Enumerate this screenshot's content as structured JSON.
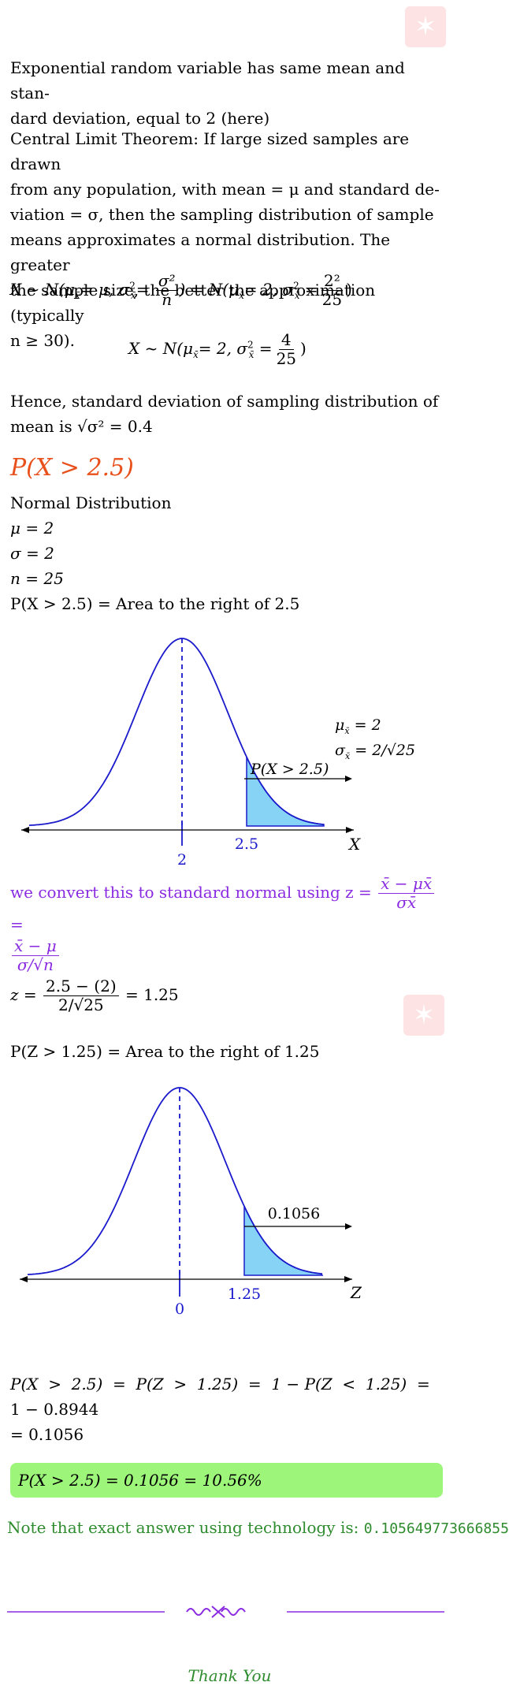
{
  "intro": {
    "line1": "Exponential random variable has same mean and stan-",
    "line2": "dard deviation, equal to 2 (here)"
  },
  "clt": {
    "lines": [
      "Central Limit Theorem: If large sized samples are drawn",
      "from any population, with mean = μ and standard de-",
      "viation = σ, then the sampling distribution of sample",
      "means approximates a normal distribution. The greater",
      "the sample size, the better the approximation (typically",
      "n ≥ 30)."
    ]
  },
  "eq1": {
    "a": "X ~ N(μ",
    "b": "x̄",
    "c": "= μ, σ",
    "d": "= ",
    "e": ") = N(μ",
    "f": "= 2, σ",
    "g": ")",
    "num1": "σ²",
    "den1": "n",
    "num2": "2²",
    "den2": "25"
  },
  "eq2": {
    "text": "X ~ N(μ",
    "mid": "= 2, σ",
    "num": "4",
    "den": "25",
    "end": ")"
  },
  "hence": {
    "line1": "Hence, standard deviation of sampling distribution of",
    "line2": "mean is √σ² = 0.4"
  },
  "heading": "P(X > 2.5)",
  "params": {
    "title": "Normal Distribution",
    "mu": "μ = 2",
    "sigma": "σ = 2",
    "n": "n = 25",
    "area": "P(X > 2.5) = Area to the right of 2.5"
  },
  "graph1": {
    "mean_label": "2",
    "cut_label": "2.5",
    "axis_label": "X",
    "prob_label": "P(X > 2.5)",
    "mu_label": "μ",
    "mu_sub": "x̄",
    "mu_val": " = 2",
    "sigma_label": "σ",
    "sigma_val": " = 2/√25"
  },
  "convert": {
    "line1": "we convert this to standard normal using z =",
    "num1": "x̄ − μx̄",
    "den1": "σx̄",
    "eq": "=",
    "num2": "x̄ − μ",
    "den2": "σ/√n"
  },
  "zcalc": {
    "pre": "z =",
    "num": "2.5 − (2)",
    "den": "2/√25",
    "post": "= 1.25"
  },
  "zarea": "P(Z > 1.25) = Area to the right of 1.25",
  "graph2": {
    "mean_label": "0",
    "cut_label": "1.25",
    "axis_label": "Z",
    "prob_label": "0.1056"
  },
  "result": {
    "line1": "P(X  >  2.5)  =  P(Z  >  1.25)  =  1 − P(Z  <  1.25)  =",
    "line2": "1 − 0.8944",
    "line3": "= 0.1056"
  },
  "answer": "P(X > 2.5) = 0.1056 = 10.56%",
  "note": {
    "text": "Note that exact answer using technology is:",
    "value": "0.105649773666855"
  },
  "thanks": "Thank You",
  "colors": {
    "curve": "#1a1acc",
    "fill": "#87d3f5",
    "heading": "#e8501c",
    "purple": "#8a2be2",
    "green": "#2e8b2e",
    "answer_bg": "#9df57a"
  }
}
